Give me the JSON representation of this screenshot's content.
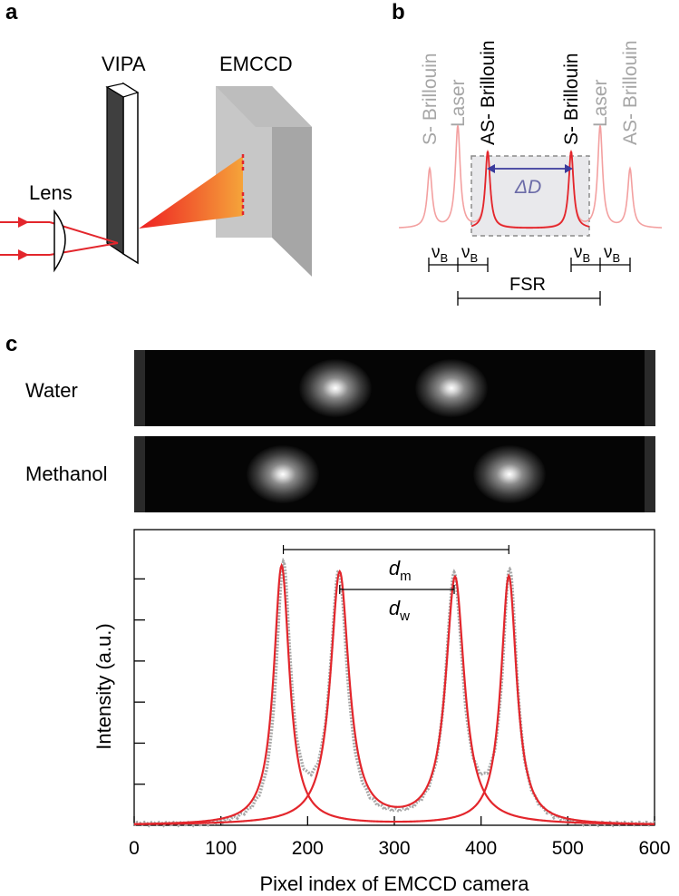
{
  "panels": {
    "a": "a",
    "b": "b",
    "c": "c"
  },
  "panel_a": {
    "vipa_label": "VIPA",
    "emccd_label": "EMCCD",
    "lens_label": "Lens"
  },
  "panel_b": {
    "peak_labels": [
      "S- Brillouin",
      "Laser",
      "AS- Brillouin",
      "S- Brillouin",
      "Laser",
      "AS- Brillouin"
    ],
    "delta_d": "ΔD",
    "nu_b": "ν",
    "nu_b_sub": "B",
    "fsr_label": "FSR",
    "colors": {
      "active": "#e3262c",
      "faded": "#f3a0a0",
      "arrow": "#3b3b9c"
    }
  },
  "panel_c": {
    "rows": [
      "Water",
      "Methanol"
    ],
    "d_m": "d",
    "d_m_sub": "m",
    "d_w": "d",
    "d_w_sub": "w"
  },
  "chart_data": {
    "type": "line",
    "xlabel": "Pixel index of EMCCD camera",
    "ylabel": "Intensity (a.u.)",
    "xlim": [
      0,
      600
    ],
    "ylim": [
      0,
      1.14
    ],
    "xticks": [
      0,
      100,
      200,
      300,
      400,
      500,
      600
    ],
    "yticks_count": 6,
    "series": [
      {
        "kind": "fit",
        "color": "#e3262c",
        "peaks": [
          {
            "center": 170,
            "height": 1.0,
            "width": 11
          },
          {
            "center": 432,
            "height": 0.96,
            "width": 11
          }
        ]
      },
      {
        "kind": "fit",
        "color": "#e3262c",
        "peaks": [
          {
            "center": 237,
            "height": 0.97,
            "width": 13
          },
          {
            "center": 370,
            "height": 0.95,
            "width": 13
          }
        ]
      },
      {
        "kind": "measured",
        "color": "#a8a8a8",
        "peaks": [
          {
            "center": 172,
            "height": 0.99,
            "width": 10
          },
          {
            "center": 236,
            "height": 0.96,
            "width": 12
          },
          {
            "center": 369,
            "height": 0.95,
            "width": 12
          },
          {
            "center": 433,
            "height": 0.97,
            "width": 10
          }
        ]
      }
    ],
    "annotations": [
      {
        "label": "d_m",
        "x_from": 172,
        "x_to": 432
      },
      {
        "label": "d_w",
        "x_from": 237,
        "x_to": 369
      }
    ]
  }
}
